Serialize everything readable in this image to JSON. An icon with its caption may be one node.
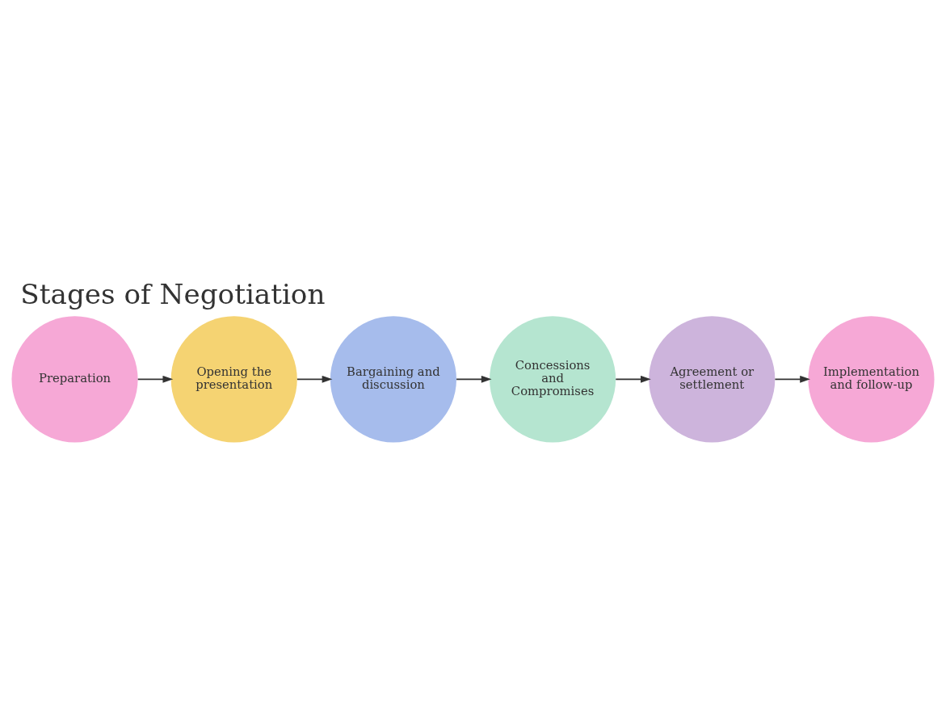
{
  "diagram": {
    "title": "Stages of Negotiation",
    "nodes": [
      {
        "text": [
          "Preparation"
        ]
      },
      {
        "text": [
          "Opening the presentation"
        ]
      },
      {
        "text": [
          "Bargaining and discussion"
        ]
      },
      {
        "text": [
          "Concessions and Compromises"
        ]
      },
      {
        "text": [
          "Agreement or settlement"
        ]
      },
      {
        "text": [
          "Implementation and follow-up"
        ]
      }
    ],
    "edges": [
      {
        "from": 0,
        "to": 1,
        "arrow": "to"
      },
      {
        "from": 1,
        "to": 2,
        "arrow": "to"
      },
      {
        "from": 2,
        "to": 3,
        "arrow": "to"
      },
      {
        "from": 3,
        "to": 4,
        "arrow": "to"
      },
      {
        "from": 4,
        "to": 5,
        "arrow": "to"
      }
    ]
  }
}
